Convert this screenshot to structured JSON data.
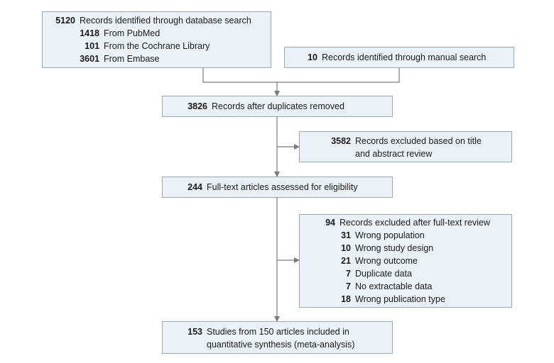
{
  "db_search": {
    "count": "5120",
    "label": "Records identified through database search",
    "sources": [
      {
        "count": "1418",
        "label": "From PubMed"
      },
      {
        "count": "101",
        "label": "From the Cochrane Library"
      },
      {
        "count": "3601",
        "label": "From Embase"
      }
    ]
  },
  "manual_search": {
    "count": "10",
    "label": "Records identified through manual search"
  },
  "after_duplicates": {
    "count": "3826",
    "label": "Records after duplicates removed"
  },
  "excluded_title": {
    "count": "3582",
    "label_line1": "Records excluded based on title",
    "label_line2": "and abstract review"
  },
  "fulltext": {
    "count": "244",
    "label": "Full-text articles assessed for eligibility"
  },
  "excluded_fulltext": {
    "count": "94",
    "label": "Records excluded after full-text review",
    "reasons": [
      {
        "count": "31",
        "label": "Wrong population"
      },
      {
        "count": "10",
        "label": "Wrong study design"
      },
      {
        "count": "21",
        "label": "Wrong outcome"
      },
      {
        "count": "7",
        "label": "Duplicate data"
      },
      {
        "count": "7",
        "label": "No extractable data"
      },
      {
        "count": "18",
        "label": "Wrong publication type"
      }
    ]
  },
  "included": {
    "count": "153",
    "label_line1": "Studies from 150 articles included in",
    "label_line2": "quantitative synthesis (meta-analysis)"
  }
}
